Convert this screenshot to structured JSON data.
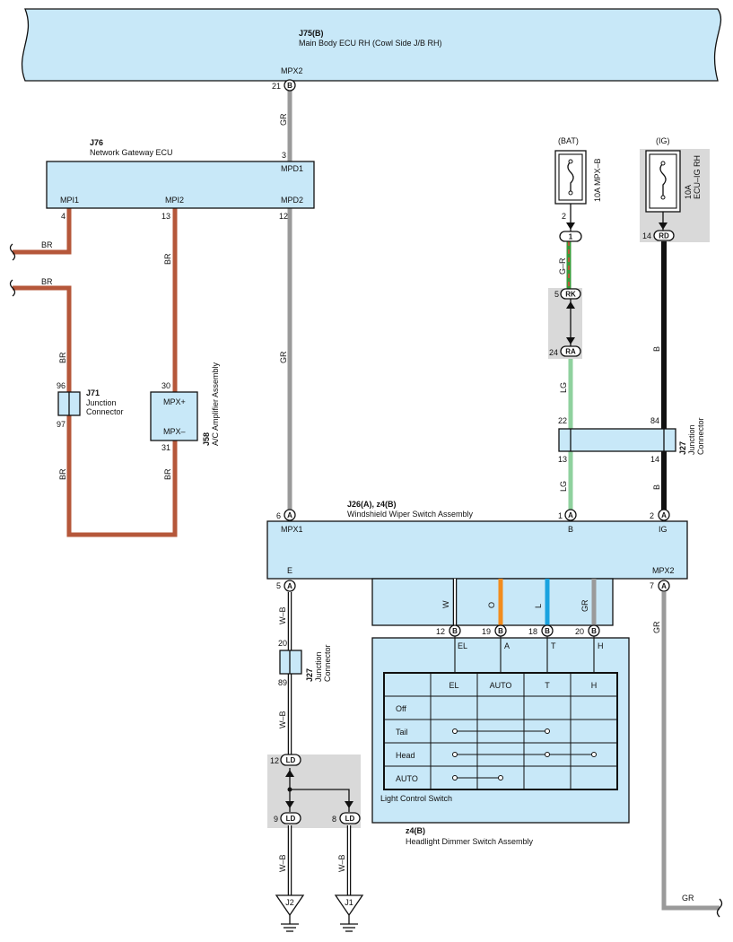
{
  "main_body_ecu": {
    "code": "J75(B)",
    "name": "Main Body ECU RH (Cowl Side J/B RH)",
    "pin_name": "MPX2",
    "pin_no": "21",
    "conn": "B"
  },
  "gateway": {
    "code": "J76",
    "name": "Network Gateway ECU",
    "mpd1": "MPD1",
    "mpd1_no": "3",
    "mpi1": "MPI1",
    "mpi1_no": "4",
    "mpi2": "MPI2",
    "mpi2_no": "13",
    "mpd2": "MPD2",
    "mpd2_no": "12"
  },
  "wires": {
    "br": "BR",
    "gr": "GR",
    "g_r": "G–R",
    "lg": "LG",
    "b": "B",
    "w_b": "W–B",
    "w": "W",
    "o": "O",
    "l": "L"
  },
  "j71": {
    "code": "J71",
    "line1": "Junction",
    "line2": "Connector",
    "pin_top": "96",
    "pin_bot": "97"
  },
  "j58": {
    "code": "J58",
    "name": "A/C Amplifier Assembly",
    "mpx_plus": "MPX+",
    "mpx_minus": "MPX–",
    "pin_top": "30",
    "pin_bot": "31"
  },
  "fuse_bat": {
    "source": "(BAT)",
    "label": "10A MPX–B",
    "pin": "2",
    "conn": "1"
  },
  "fuse_ig": {
    "source": "(IG)",
    "label1": "10A",
    "label2": "ECU–IG RH",
    "pin": "14",
    "conn": "RD"
  },
  "rk_ra": {
    "rk_pin": "5",
    "rk": "RK",
    "ra_pin": "24",
    "ra": "RA"
  },
  "j27_right": {
    "code": "J27",
    "line1": "Junction",
    "line2": "Connector",
    "pin_22": "22",
    "pin_13": "13",
    "pin_84": "84",
    "pin_14": "14"
  },
  "wiper": {
    "code": "J26(A), z4(B)",
    "name": "Windshield Wiper Switch Assembly",
    "mpx1": "MPX1",
    "mpx1_no": "6",
    "b": "B",
    "b_no": "1",
    "ig": "IG",
    "ig_no": "2",
    "e": "E",
    "e_no": "5",
    "mpx2": "MPX2",
    "mpx2_no": "7",
    "conn_a": "A",
    "conn_b": "B"
  },
  "j27_left": {
    "code": "J27",
    "line1": "Junction",
    "line2": "Connector",
    "pin_top": "20",
    "pin_bot": "89"
  },
  "ld": {
    "name": "LD",
    "pin_top": "12",
    "pin_left": "9",
    "pin_right": "8"
  },
  "grounds": {
    "j2": "J2",
    "j1": "J1"
  },
  "dimmer": {
    "code": "z4(B)",
    "name": "Headlight Dimmer Switch Assembly",
    "pins": [
      {
        "no": "12",
        "name": "EL"
      },
      {
        "no": "19",
        "name": "A"
      },
      {
        "no": "18",
        "name": "T"
      },
      {
        "no": "20",
        "name": "H"
      }
    ],
    "switch_label": "Light Control Switch",
    "table_headers": [
      "EL",
      "AUTO",
      "T",
      "H"
    ],
    "table_rows": [
      "Off",
      "Tail",
      "Head",
      "AUTO"
    ]
  },
  "colors": {
    "br": "#b5573a",
    "gr": "#9a9a9a",
    "lg": "#8fd19e",
    "g": "#3a9a3a",
    "r": "#d94a3a",
    "b": "#111111",
    "o": "#f28c1e",
    "l": "#1aa3e0",
    "box": "#c8e8f8",
    "shade": "#d9d9d9"
  }
}
